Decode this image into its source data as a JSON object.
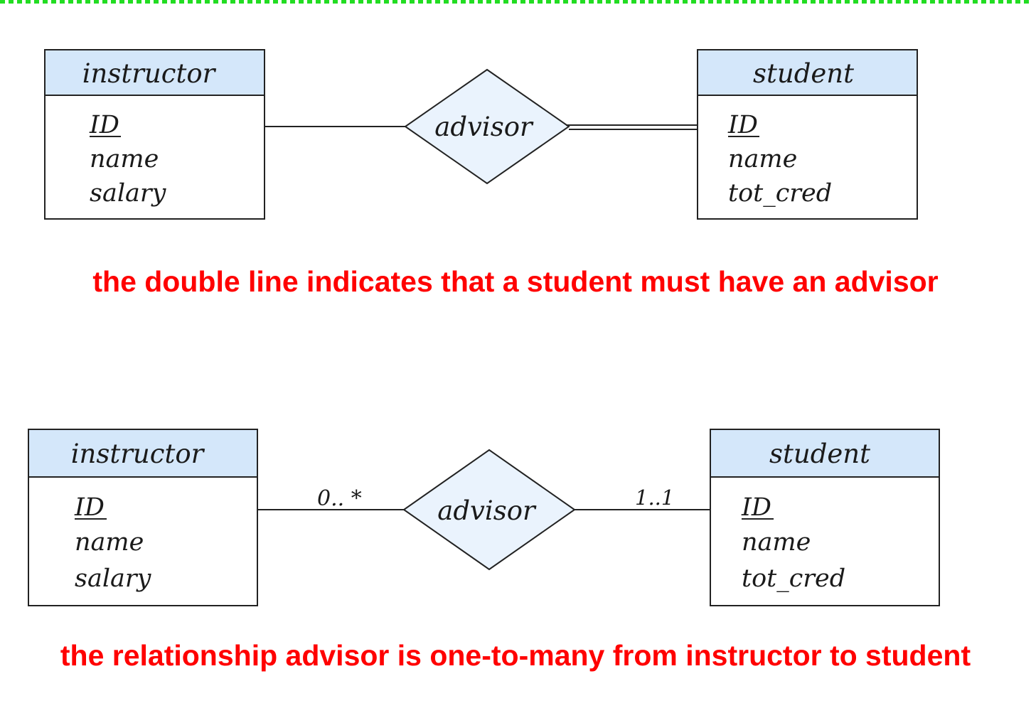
{
  "colors": {
    "border_dash": "#22dd22",
    "entity_header_fill": "#d4e7fa",
    "relationship_fill": "#eaf3fd",
    "caption_text": "#ff0000",
    "line": "#222222"
  },
  "diagram1": {
    "instructor": {
      "title": "instructor",
      "attributes": [
        "ID",
        "name",
        "salary"
      ],
      "key": "ID"
    },
    "student": {
      "title": "student",
      "attributes": [
        "ID",
        "name",
        "tot_cred"
      ],
      "key": "ID"
    },
    "relationship": "advisor",
    "caption": "the double line indicates that a student must have an advisor"
  },
  "diagram2": {
    "instructor": {
      "title": "instructor",
      "attributes": [
        "ID",
        "name",
        "salary"
      ],
      "key": "ID"
    },
    "student": {
      "title": "student",
      "attributes": [
        "ID",
        "name",
        "tot_cred"
      ],
      "key": "ID"
    },
    "relationship": "advisor",
    "left_cardinality": "0.. *",
    "right_cardinality": "1..1",
    "caption": "the relationship advisor is one-to-many from instructor to student"
  }
}
